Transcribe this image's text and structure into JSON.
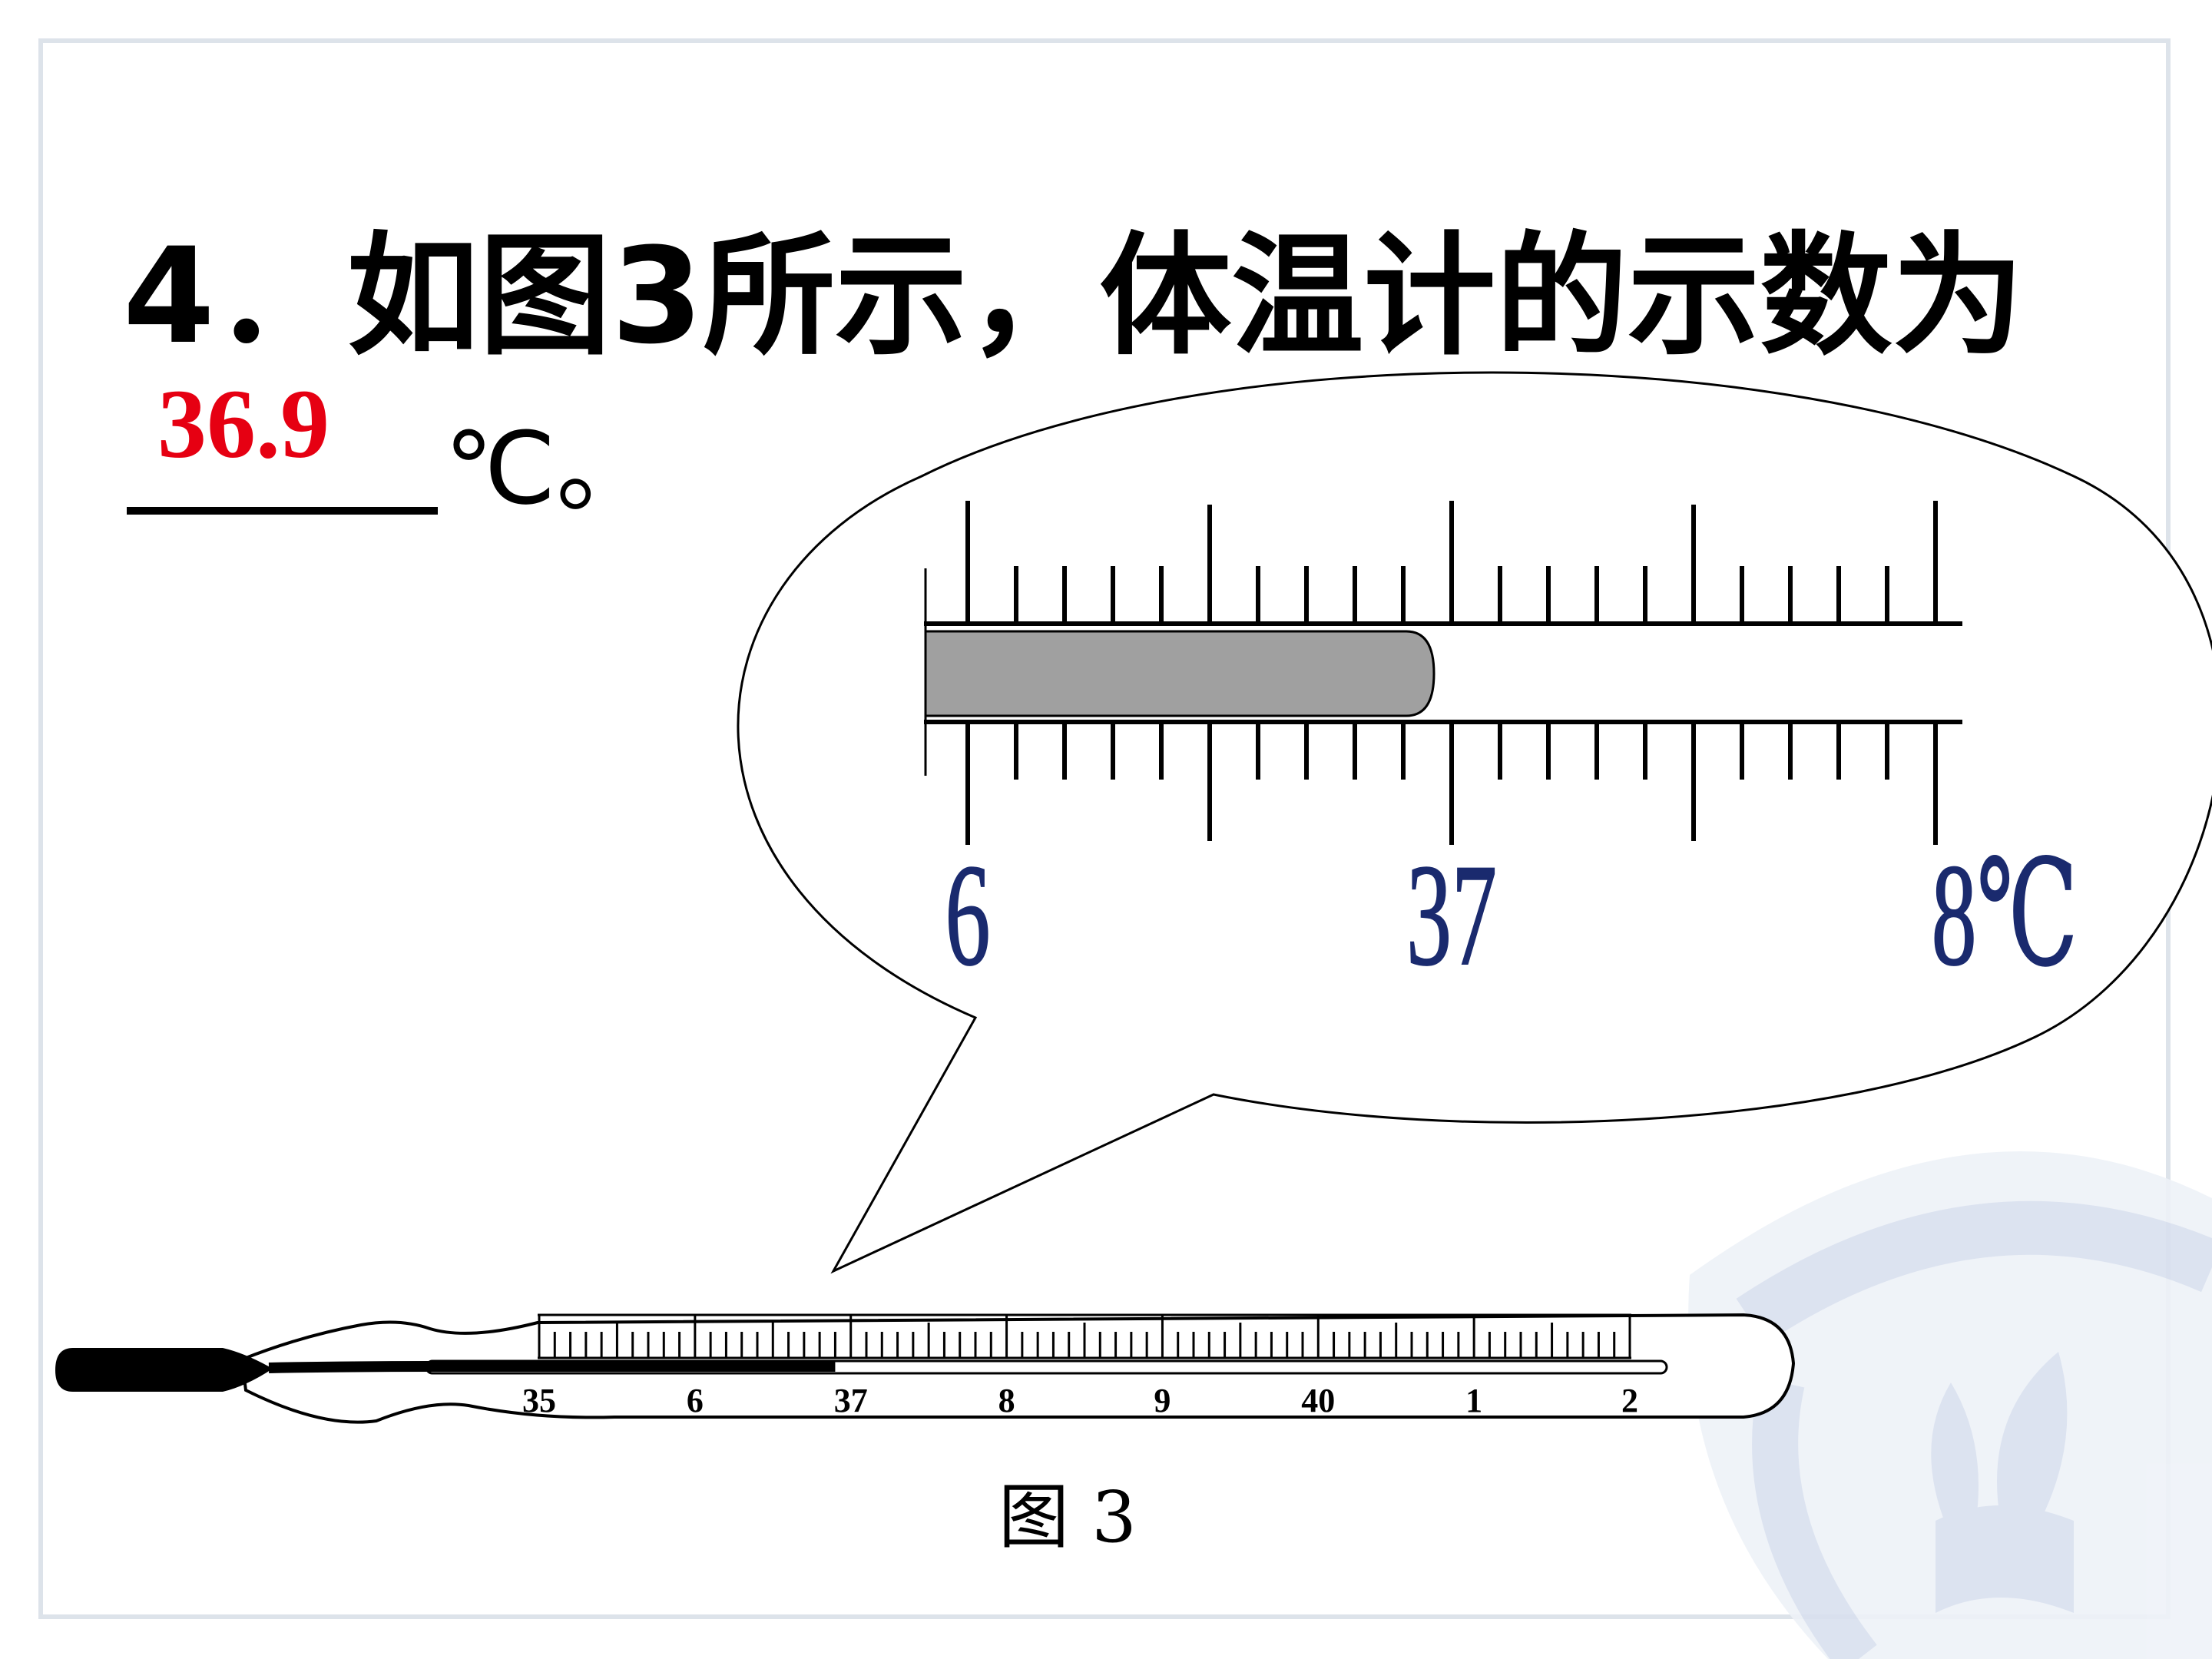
{
  "question": {
    "text": "4．如图3所示，体温计的示数为",
    "answer": "36.9",
    "unit": "℃。"
  },
  "zoom_view": {
    "labels": [
      "6",
      "37",
      "8℃"
    ],
    "reading": 36.9,
    "scale_start": 36,
    "scale_end": 38,
    "minor_step": 0.1
  },
  "thermometer": {
    "scale_labels": [
      "35",
      "6",
      "37",
      "8",
      "9",
      "40",
      "1",
      "2"
    ],
    "scale_start": 35,
    "scale_end": 42,
    "reading": 36.9
  },
  "caption": "图 3",
  "colors": {
    "answer": "#e60012",
    "zoom_labels": "#1a2a6e",
    "mercury_zoom": "#a0a0a0",
    "frame": "#dde3ea",
    "watermark": "#d9e0ef"
  }
}
